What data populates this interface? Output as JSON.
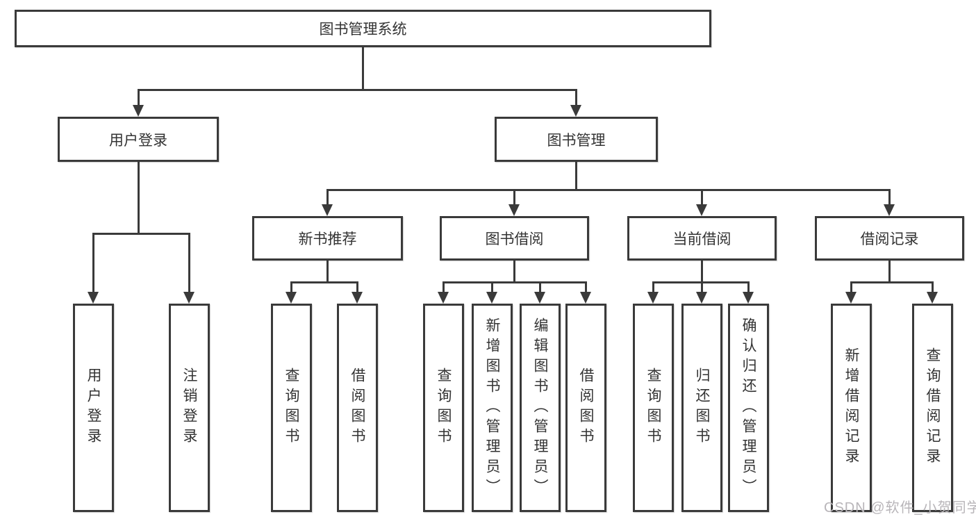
{
  "diagram": {
    "root": {
      "label": "图书管理系统"
    },
    "branches": [
      {
        "label": "用户登录",
        "children": [
          {
            "label": "用户登录"
          },
          {
            "label": "注销登录"
          }
        ]
      },
      {
        "label": "图书管理",
        "children": [
          {
            "label": "新书推荐",
            "children": [
              {
                "label": "查询图书"
              },
              {
                "label": "借阅图书"
              }
            ]
          },
          {
            "label": "图书借阅",
            "children": [
              {
                "label": "查询图书"
              },
              {
                "label": "新增图书（管理员）"
              },
              {
                "label": "编辑图书（管理员）"
              },
              {
                "label": "借阅图书"
              }
            ]
          },
          {
            "label": "当前借阅",
            "children": [
              {
                "label": "查询图书"
              },
              {
                "label": "归还图书"
              },
              {
                "label": "确认归还（管理员）"
              }
            ]
          },
          {
            "label": "借阅记录",
            "children": [
              {
                "label": "新增借阅记录"
              },
              {
                "label": "查询借阅记录"
              }
            ]
          }
        ]
      }
    ]
  },
  "watermark": {
    "text": "CSDN @软件_小贺同学"
  },
  "colors": {
    "line": "#3a3a3a",
    "text": "#333333",
    "box_background": "#ffffff",
    "watermark": "#b8b5b9",
    "page_background": "#ffffff"
  }
}
